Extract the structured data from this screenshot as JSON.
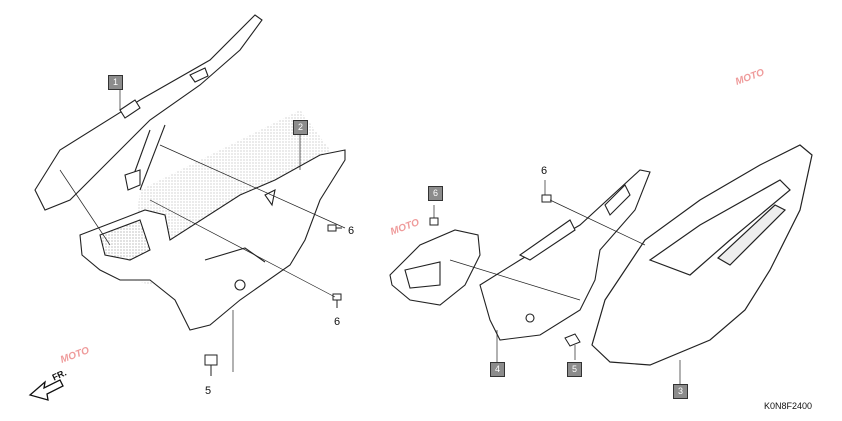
{
  "callouts": {
    "c1": "1",
    "c2": "2",
    "c3": "3",
    "c4": "4",
    "c5_left": "5",
    "c5_right": "5",
    "c6_left_top": "6",
    "c6_left_bottom": "6",
    "c6_right_box": "6",
    "c6_right_top": "6"
  },
  "direction_label": "FR.",
  "diagram_code": "K0N8F2400",
  "watermark": "MOTO",
  "colors": {
    "callout_fill": "#8c8c8c",
    "line": "#222222",
    "shade": "#c8c8c8"
  },
  "icons": [
    "arrow-left-icon",
    "bolt-icon",
    "screw-icon"
  ]
}
